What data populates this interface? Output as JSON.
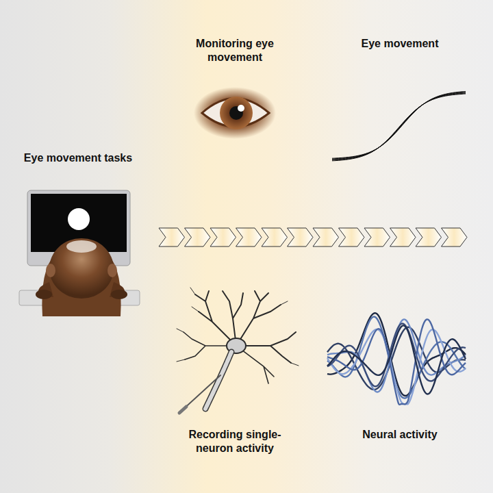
{
  "diagram": {
    "labels": [
      "Eye movement tasks",
      "Monitoring eye movement",
      "Eye movement",
      "Recording single-neuron activity",
      "Neural activity"
    ]
  }
}
